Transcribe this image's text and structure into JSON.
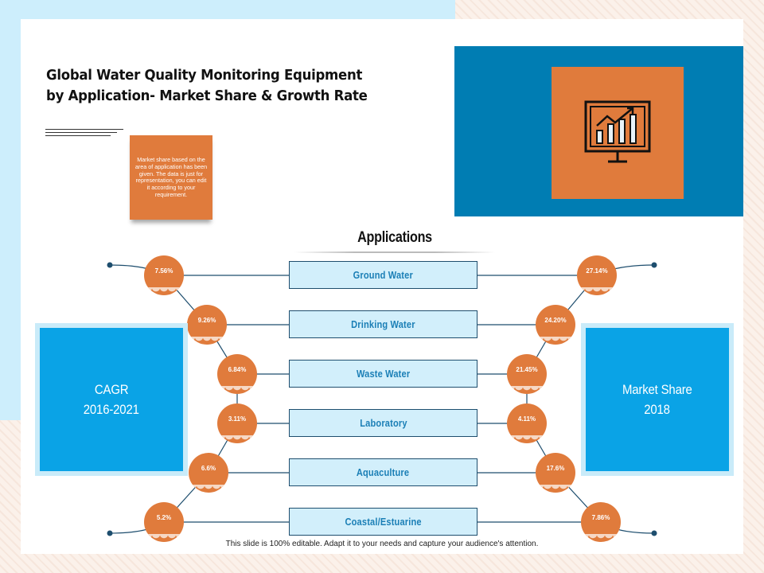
{
  "title": "Global Water Quality Monitoring Equipment by Application- Market Share & Growth Rate",
  "note": "Market share based on the area of application has been given. The data is just for representation, you can edit it according to your requirement.",
  "applications_heading": "Applications",
  "applications": [
    {
      "name": "Ground Water",
      "cagr": "7.56%",
      "share": "27.14%"
    },
    {
      "name": "Drinking Water",
      "cagr": "9.26%",
      "share": "24.20%"
    },
    {
      "name": "Waste Water",
      "cagr": "6.84%",
      "share": "21.45%"
    },
    {
      "name": "Laboratory",
      "cagr": "3.11%",
      "share": "4.11%"
    },
    {
      "name": "Aquaculture",
      "cagr": "6.6%",
      "share": "17.6%"
    },
    {
      "name": "Coastal/Estuarine",
      "cagr": "5.2%",
      "share": "7.86%"
    }
  ],
  "left_panel": {
    "line1": "CAGR",
    "line2": "2016-2021"
  },
  "right_panel": {
    "line1": "Market Share",
    "line2": "2018"
  },
  "footer": "This slide is 100% editable.  Adapt it to your needs and capture your audience's attention.",
  "icon": "chart-monitor-icon",
  "colors": {
    "orange": "#e07b3c",
    "blue": "#007db3",
    "light_blue": "#0aa3e6",
    "box_fill": "#d2effb",
    "wire": "#1e4e6e"
  }
}
